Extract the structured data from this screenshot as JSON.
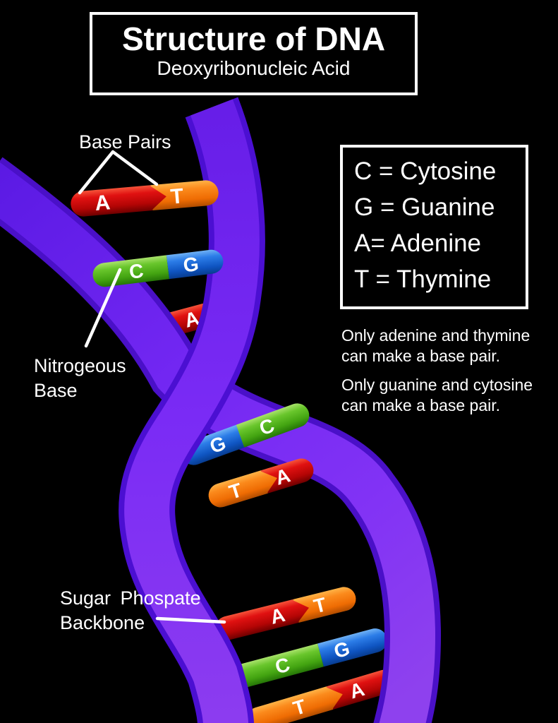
{
  "title_box": {
    "title": "Structure of DNA",
    "subtitle": "Deoxyribonucleic Acid"
  },
  "legend_box": {
    "lines": [
      "C = Cytosine",
      "G = Guanine",
      "A= Adenine",
      "T = Thymine"
    ]
  },
  "notes": [
    {
      "line1": "Only adenine and thymine",
      "line2": "can make a base pair."
    },
    {
      "line1": "Only guanine and cytosine",
      "line2": "can make a base pair."
    }
  ],
  "callouts": {
    "base_pairs": "Base Pairs",
    "nitrogenous_base": {
      "line1": "Nitrogeous",
      "line2": "Base"
    },
    "sugar_backbone": {
      "line1": "Sugar Phospate",
      "line2": "Backbone"
    }
  },
  "base_pairs": [
    {
      "left": "A",
      "right": "T"
    },
    {
      "left": "C",
      "right": "G"
    },
    {
      "single": "A"
    },
    {
      "left": "G",
      "right": "C"
    },
    {
      "left": "T",
      "right": "A"
    },
    {
      "left": "A",
      "right": "T"
    },
    {
      "left": "C",
      "right": "G"
    },
    {
      "left": "T",
      "right": "A"
    }
  ],
  "palette": {
    "background": "#000000",
    "text": "#ffffff",
    "backbone_purple": "#7227F2",
    "backbone_edge": "#4A10C8",
    "adenine_red": "#D90E0E",
    "thymine_orange": "#F87E15",
    "cytosine_green": "#5FC325",
    "guanine_blue": "#1E6FE0"
  }
}
